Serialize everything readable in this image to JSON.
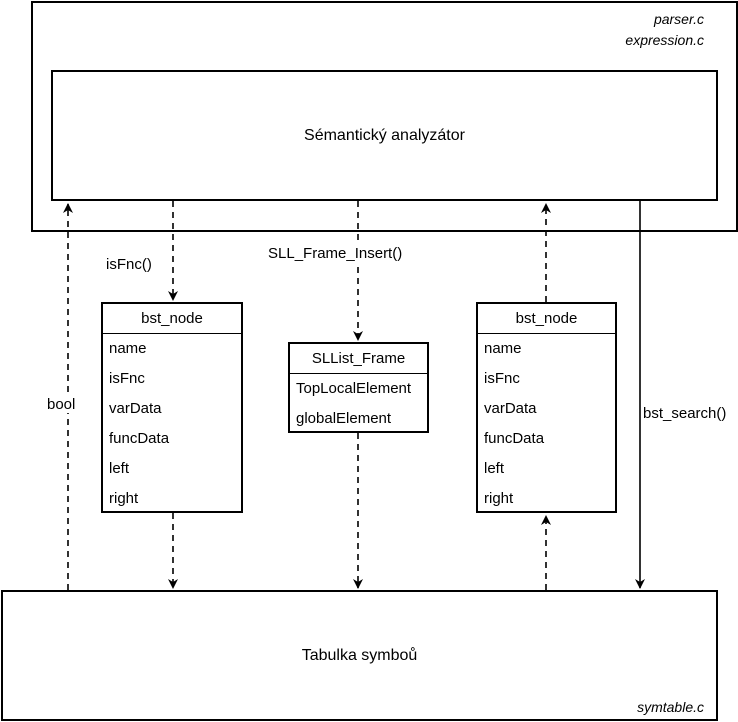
{
  "parser_module": {
    "files": [
      "parser.c",
      "expression.c"
    ]
  },
  "semantic_analyzer": {
    "title": "Sémantický analyzátor"
  },
  "symbol_table": {
    "title": "Tabulka symboů",
    "file": "symtable.c"
  },
  "bst_node_left": {
    "title": "bst_node",
    "fields": [
      "name",
      "isFnc",
      "varData",
      "funcData",
      "left",
      "right"
    ]
  },
  "sllist_frame": {
    "title": "SLList_Frame",
    "fields": [
      "TopLocalElement",
      "globalElement"
    ]
  },
  "bst_node_right": {
    "title": "bst_node",
    "fields": [
      "name",
      "isFnc",
      "varData",
      "funcData",
      "left",
      "right"
    ]
  },
  "edge_labels": {
    "bool": "bool",
    "is_fnc": "isFnc()",
    "sll_frame_insert": "SLL_Frame_Insert()",
    "bst_search": "bst_search()"
  }
}
